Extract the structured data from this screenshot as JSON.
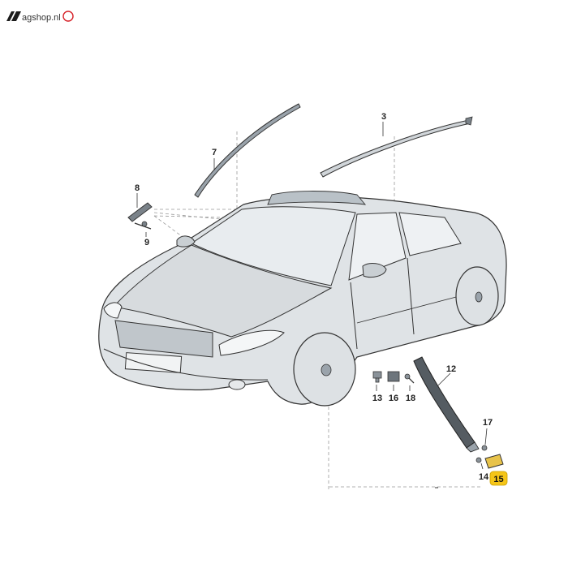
{
  "brand": {
    "text": "agshop.nl",
    "accent": "#d61f26"
  },
  "callouts": [
    {
      "id": "3",
      "label": "3"
    },
    {
      "id": "7",
      "label": "7"
    },
    {
      "id": "8",
      "label": "8"
    },
    {
      "id": "9",
      "label": "9"
    },
    {
      "id": "12",
      "label": "12"
    },
    {
      "id": "13",
      "label": "13"
    },
    {
      "id": "14",
      "label": "14"
    },
    {
      "id": "15",
      "label": "15",
      "highlight": "#f5c518"
    },
    {
      "id": "16",
      "label": "16"
    },
    {
      "id": "17",
      "label": "17"
    },
    {
      "id": "18",
      "label": "18"
    }
  ]
}
